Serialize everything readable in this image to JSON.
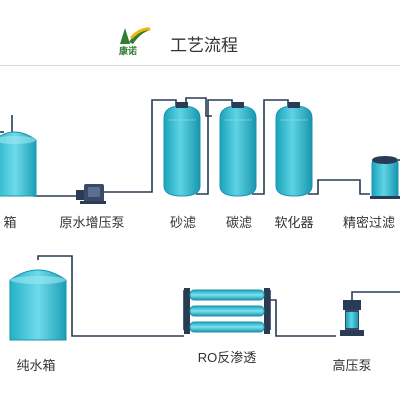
{
  "header": {
    "logo_text": "康诺",
    "title": "工艺流程"
  },
  "labels": {
    "raw_tank": "箱",
    "raw_pump": "原水增压泵",
    "sand_filter": "砂滤",
    "carbon_filter": "碳滤",
    "softener": "软化器",
    "precision_filter": "精密过滤",
    "pure_tank": "纯水箱",
    "ro": "RO反渗透",
    "hp_pump": "高压泵"
  },
  "colors": {
    "vessel": "#3bc3d6",
    "vessel_dark": "#1596ad",
    "pipe": "#2a3b55",
    "logo_green": "#2e7d32",
    "logo_yellow": "#f2b705"
  }
}
